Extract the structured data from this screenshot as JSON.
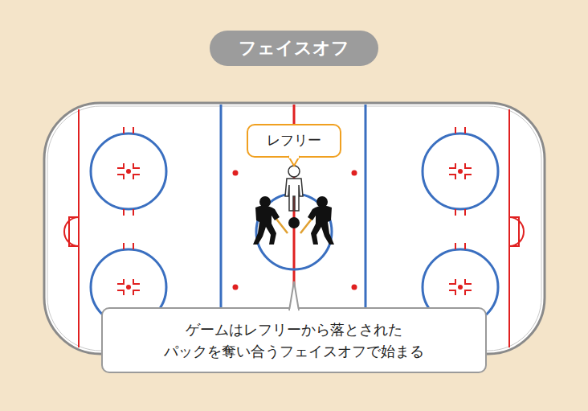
{
  "diagram": {
    "title": "フェイスオフ",
    "nodes": [
      {
        "text": [
          "レフリー"
        ]
      },
      {
        "text": [
          "ゲームはレフリーから落とされた パックを奪い合うフェイスオフで始まる"
        ]
      }
    ]
  }
}
